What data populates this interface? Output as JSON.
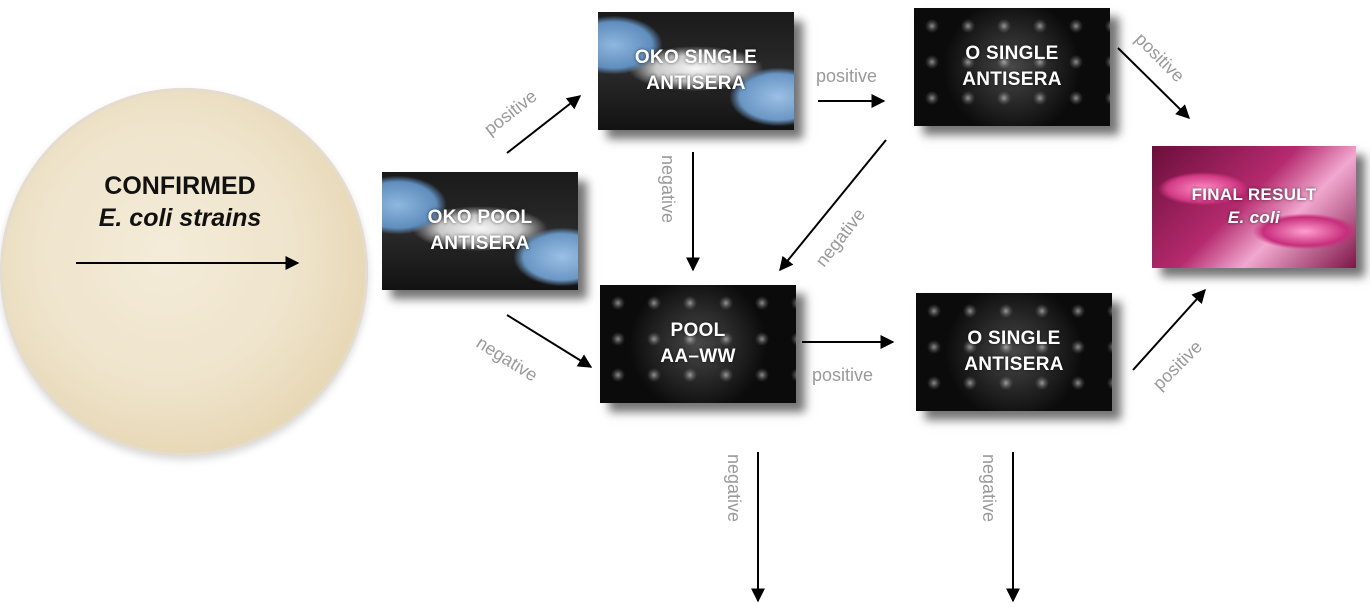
{
  "start": {
    "title": "CONFIRMED",
    "subtitle": "E. coli  strains"
  },
  "nodes": {
    "oko_pool": [
      "OKO POOL",
      "ANTISERA"
    ],
    "oko_single": [
      "OKO SINGLE",
      "ANTISERA"
    ],
    "o_single_top": [
      "O SINGLE",
      "ANTISERA"
    ],
    "pool_aaww": [
      "POOL",
      "AA–WW"
    ],
    "o_single_bottom": [
      "O SINGLE",
      "ANTISERA"
    ],
    "final": [
      "FINAL RESULT",
      "E. coli"
    ]
  },
  "labels": {
    "positive": "positive",
    "negative": "negative"
  },
  "colors": {
    "arrow": "#000000",
    "label": "#9a9a9a",
    "box_text": "#ffffff"
  }
}
